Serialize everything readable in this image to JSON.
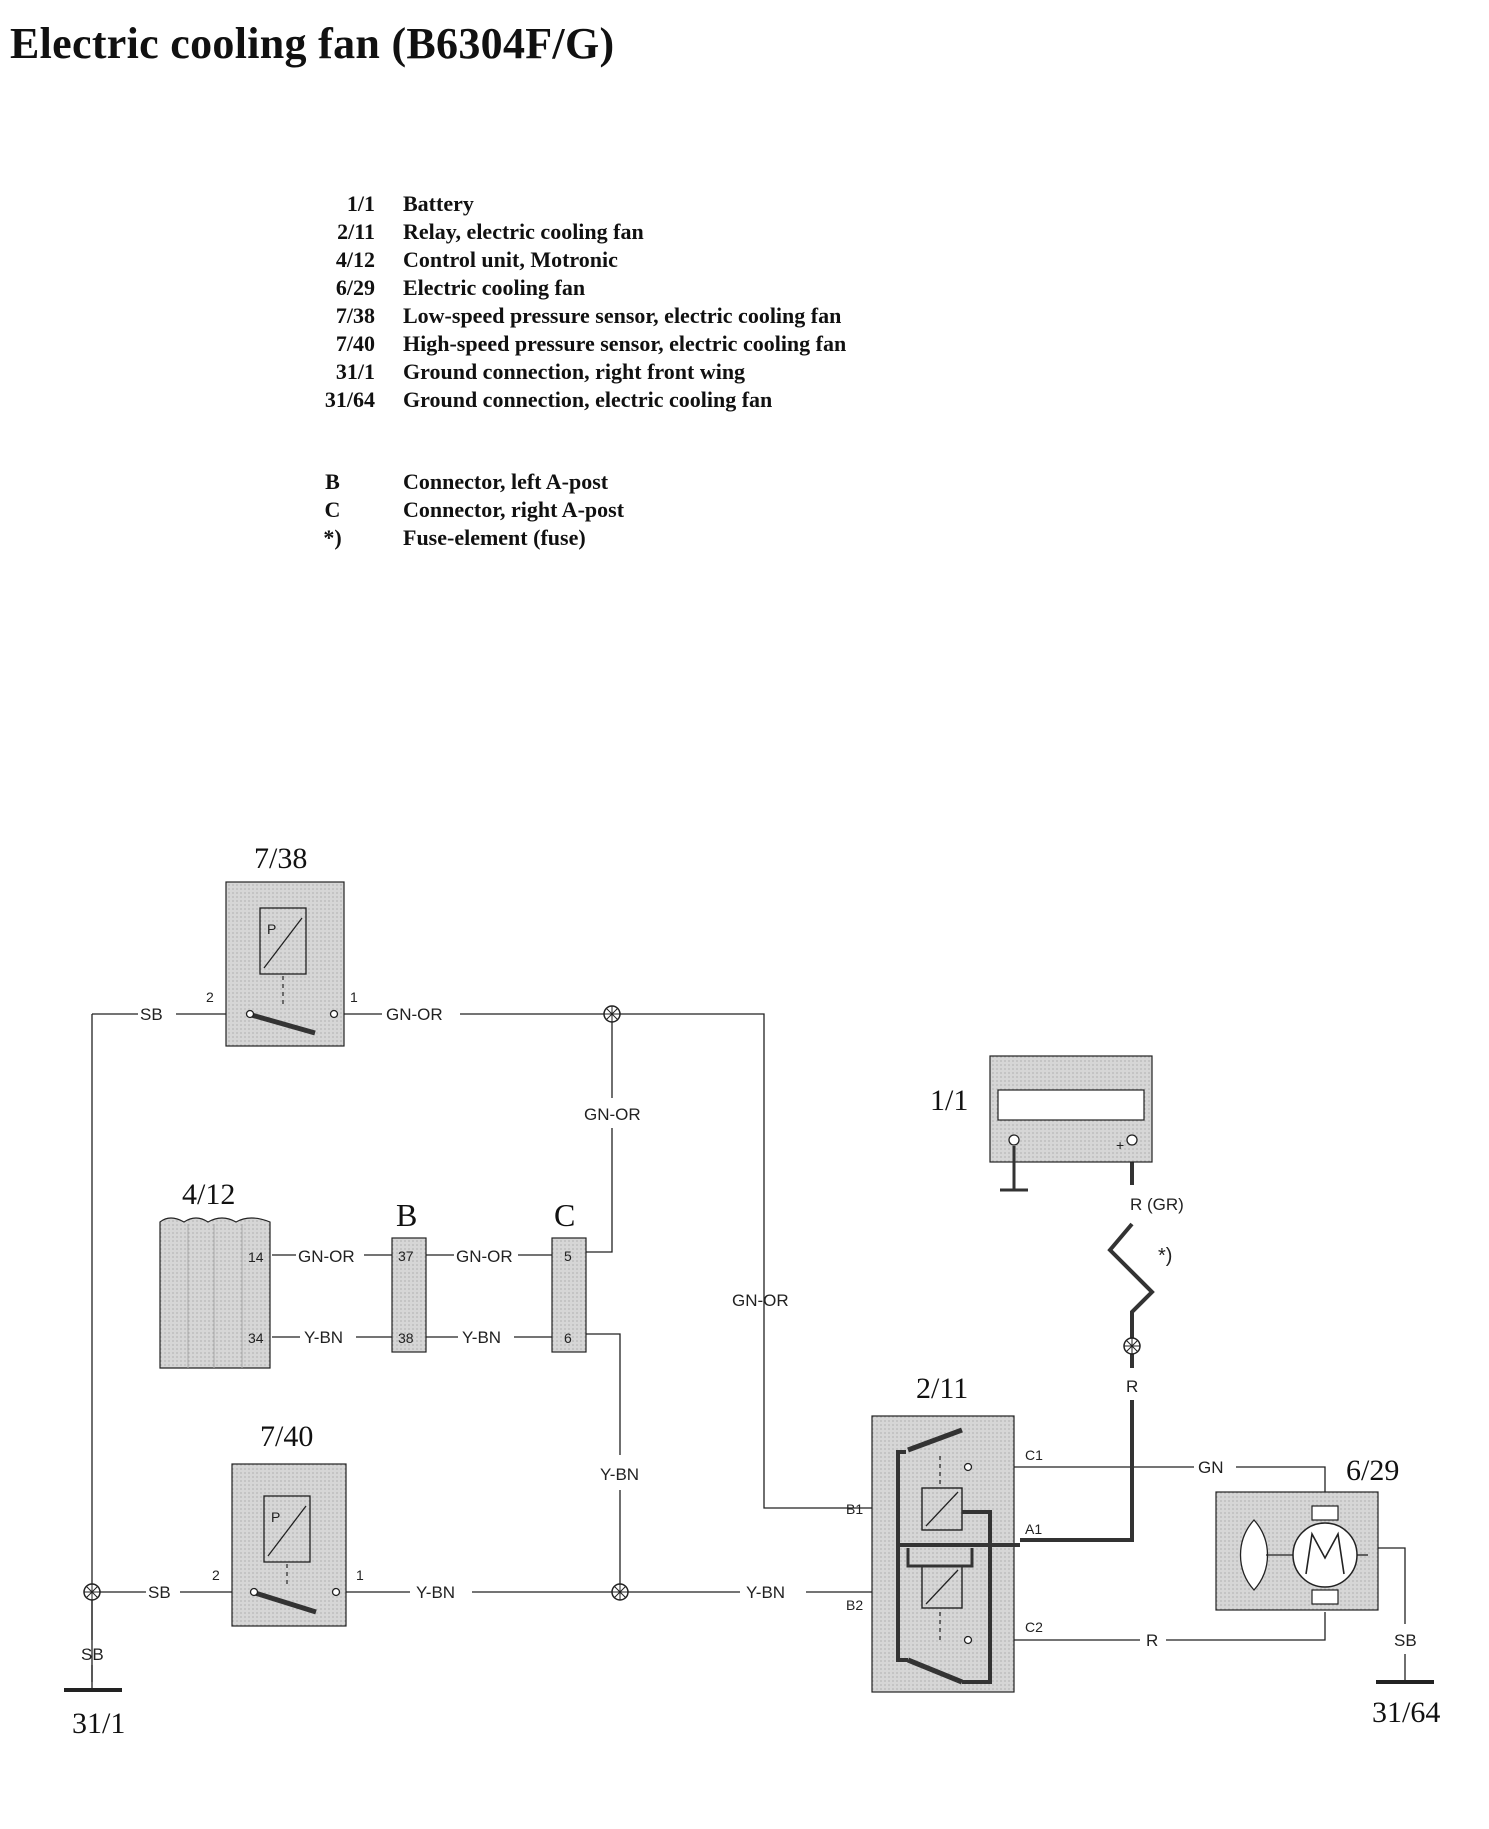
{
  "title": "Electric cooling fan (B6304F/G)",
  "components": [
    {
      "code": "1/1",
      "label": "Battery"
    },
    {
      "code": "2/11",
      "label": "Relay, electric cooling fan"
    },
    {
      "code": "4/12",
      "label": "Control unit, Motronic"
    },
    {
      "code": "6/29",
      "label": "Electric cooling fan"
    },
    {
      "code": "7/38",
      "label": "Low-speed pressure sensor, electric cooling fan"
    },
    {
      "code": "7/40",
      "label": "High-speed pressure sensor, electric cooling fan"
    },
    {
      "code": "31/1",
      "label": "Ground connection, right front wing"
    },
    {
      "code": "31/64",
      "label": "Ground connection, electric cooling fan"
    }
  ],
  "connectors": [
    {
      "code": "B",
      "label": "Connector, left A-post"
    },
    {
      "code": "C",
      "label": "Connector, right A-post"
    },
    {
      "code": "*)",
      "label": "Fuse-element (fuse)"
    }
  ],
  "diagram": {
    "comp_7_38": "7/38",
    "comp_7_40": "7/40",
    "comp_4_12": "4/12",
    "comp_1_1": "1/1",
    "comp_2_11": "2/11",
    "comp_6_29": "6/29",
    "ground_31_1": "31/1",
    "ground_31_64": "31/64",
    "conn_b": "B",
    "conn_c": "C",
    "sensor_p": "P",
    "fuse_mark": "*)",
    "wire_sb": "SB",
    "wire_gn_or": "GN-OR",
    "wire_y_bn": "Y-BN",
    "wire_gn": "GN",
    "wire_r": "R",
    "wire_r_gr": "R (GR)",
    "pin_1": "1",
    "pin_2": "2",
    "pin_14": "14",
    "pin_34": "34",
    "pin_37": "37",
    "pin_38": "38",
    "pin_5": "5",
    "pin_6": "6",
    "pin_c1": "C1",
    "pin_c2": "C2",
    "pin_a1": "A1",
    "pin_b1": "B1",
    "pin_b2": "B2",
    "plus": "+"
  }
}
